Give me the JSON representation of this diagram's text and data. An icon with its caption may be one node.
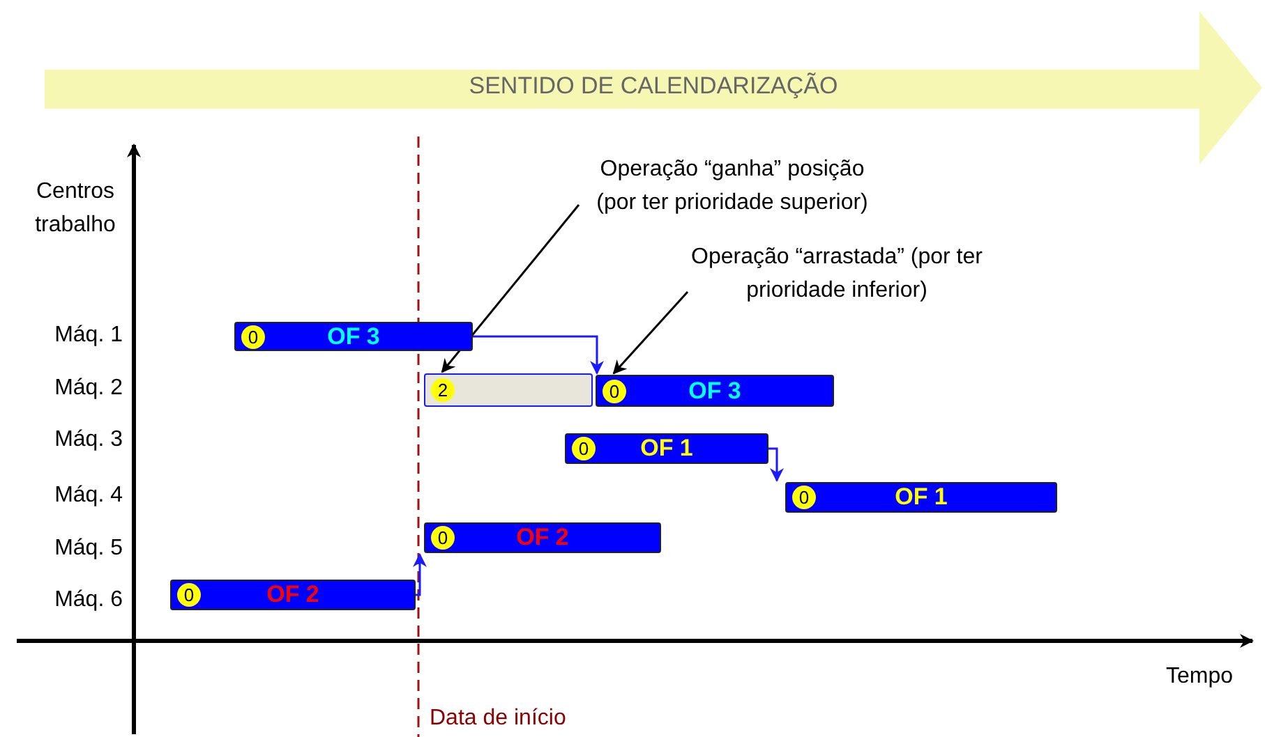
{
  "diagram": {
    "nodes": [
      {
        "text": [
          "SENTIDO DE CALENDARIZAÇÃO"
        ]
      },
      {
        "text": [
          "Operação “ganha” posição (por ter prioridade superior)"
        ]
      },
      {
        "text": [
          "Operação “arrastada” (por ter prioridade inferior)"
        ]
      },
      {
        "text": [
          "0",
          "OF 3"
        ]
      },
      {
        "text": [
          "2"
        ]
      },
      {
        "text": [
          "0",
          "OF 3"
        ]
      },
      {
        "text": [
          "0",
          "OF 1"
        ]
      },
      {
        "text": [
          "0",
          "OF 1"
        ]
      },
      {
        "text": [
          "0",
          "OF 2"
        ]
      },
      {
        "text": [
          "0",
          "OF 2"
        ]
      }
    ],
    "edges": [
      {
        "from": 3,
        "to": 5,
        "arrow": "to"
      },
      {
        "from": 1,
        "to": 4,
        "arrow": "to",
        "color": "#000000"
      },
      {
        "from": 2,
        "to": 5,
        "arrow": "to",
        "color": "#000000"
      },
      {
        "from": 6,
        "to": 7,
        "arrow": "to"
      },
      {
        "from": 9,
        "to": 8,
        "arrow": "to"
      }
    ],
    "labels": [
      "Centros trabalho",
      "Máq. 1",
      "Máq. 2",
      "Máq. 3",
      "Máq. 4",
      "Máq. 5",
      "Máq. 6",
      "Tempo",
      "Data de início"
    ]
  }
}
